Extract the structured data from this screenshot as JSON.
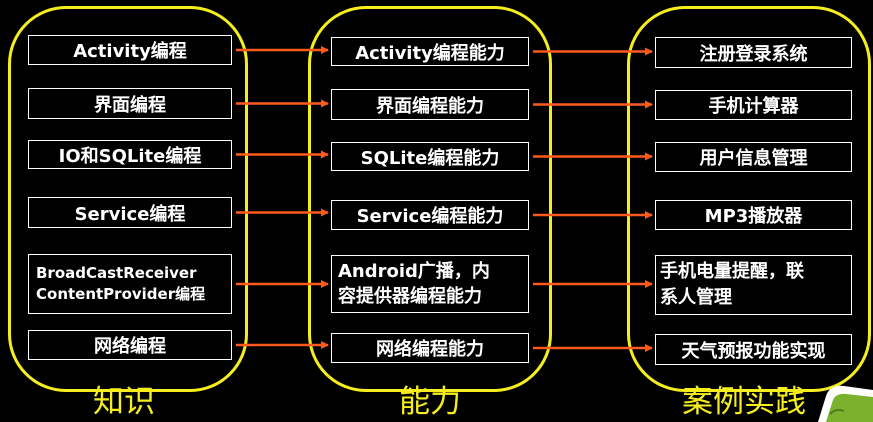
{
  "colors": {
    "background": "#000000",
    "frame": "#f5ee1c",
    "node_border": "#ffffff",
    "node_text": "#ffffff",
    "arrow": "#ff5a1a",
    "label": "#f5ee1c",
    "logo": "#7bb22d"
  },
  "columns": {
    "knowledge": {
      "label": "知识",
      "items": [
        "Activity编程",
        "界面编程",
        "IO和SQLite编程",
        "Service编程",
        "BroadCastReceiver\nContentProvider编程",
        "网络编程"
      ]
    },
    "ability": {
      "label": "能力",
      "items": [
        "Activity编程能力",
        "界面编程能力",
        "SQLite编程能力",
        "Service编程能力",
        "Android广播，内\n容提供器编程能力",
        "网络编程能力"
      ]
    },
    "practice": {
      "label": "案例实践",
      "items": [
        "注册登录系统",
        "手机计算器",
        "用户信息管理",
        "MP3播放器",
        "手机电量提醒，联\n系人管理",
        "天气预报功能实现"
      ]
    }
  },
  "logo_icon": "android-logo-icon"
}
